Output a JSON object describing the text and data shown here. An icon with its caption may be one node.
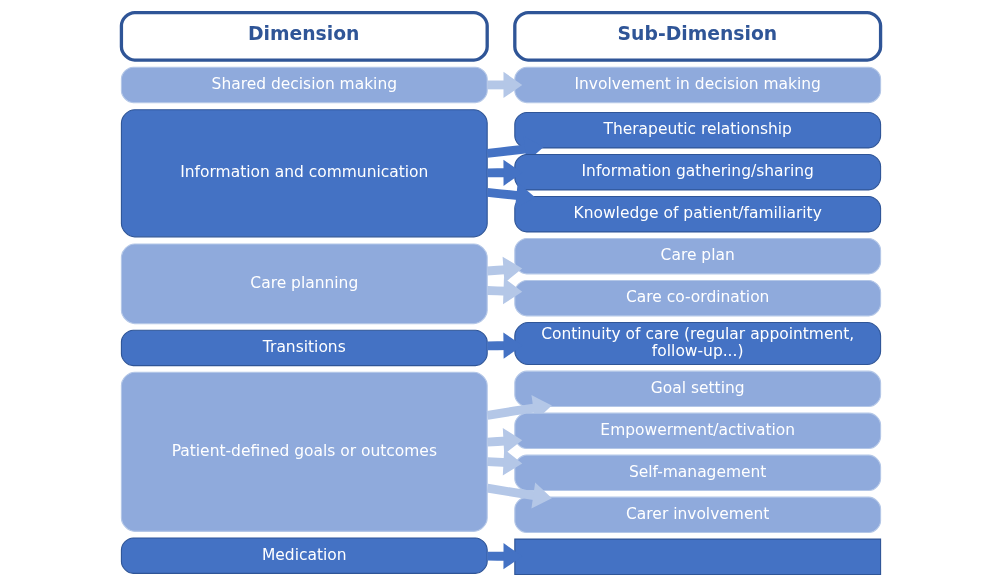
{
  "diagram": {
    "nodes": [
      {
        "text": [
          "Dimension"
        ]
      },
      {
        "text": [
          "Sub-Dimension"
        ]
      },
      {
        "text": [
          "Shared decision making"
        ]
      },
      {
        "text": [
          "Involvement in decision making"
        ]
      },
      {
        "text": [
          "Information and communication"
        ]
      },
      {
        "text": [
          "Therapeutic relationship"
        ]
      },
      {
        "text": [
          "Information gathering/sharing"
        ]
      },
      {
        "text": [
          "Knowledge of patient/familiarity"
        ]
      },
      {
        "text": [
          "Care planning"
        ]
      },
      {
        "text": [
          "Care plan"
        ]
      },
      {
        "text": [
          "Care co-ordination"
        ]
      },
      {
        "text": [
          "Transitions"
        ]
      },
      {
        "text": [
          "Continuity of care (regular appointment, follow-up...)"
        ]
      },
      {
        "text": [
          "Patient-defined goals or outcomes"
        ]
      },
      {
        "text": [
          "Goal setting"
        ]
      },
      {
        "text": [
          "Empowerment/activation"
        ]
      },
      {
        "text": [
          "Self-management"
        ]
      },
      {
        "text": [
          "Carer involvement"
        ]
      },
      {
        "text": [
          "Medication"
        ]
      },
      {
        "text": [],
        "shape": "box"
      }
    ],
    "edges": [
      {
        "from": 2,
        "to": 3,
        "arrow": "to"
      },
      {
        "from": 4,
        "to": 5,
        "arrow": "to",
        "color": "#4472c4"
      },
      {
        "from": 4,
        "to": 6,
        "arrow": "to",
        "color": "#4472c4"
      },
      {
        "from": 4,
        "to": 7,
        "arrow": "to",
        "color": "#4472c4"
      },
      {
        "from": 8,
        "to": 9,
        "arrow": "to"
      },
      {
        "from": 8,
        "to": 10,
        "arrow": "to"
      },
      {
        "from": 11,
        "to": 12,
        "arrow": "to",
        "color": "#4472c4"
      },
      {
        "from": 13,
        "to": 14,
        "arrow": "to"
      },
      {
        "from": 13,
        "to": 15,
        "arrow": "to"
      },
      {
        "from": 13,
        "to": 16,
        "arrow": "to"
      },
      {
        "from": 13,
        "to": 17,
        "arrow": "to"
      },
      {
        "from": 18,
        "to": 19,
        "arrow": "to",
        "color": "#4472c4"
      }
    ]
  }
}
